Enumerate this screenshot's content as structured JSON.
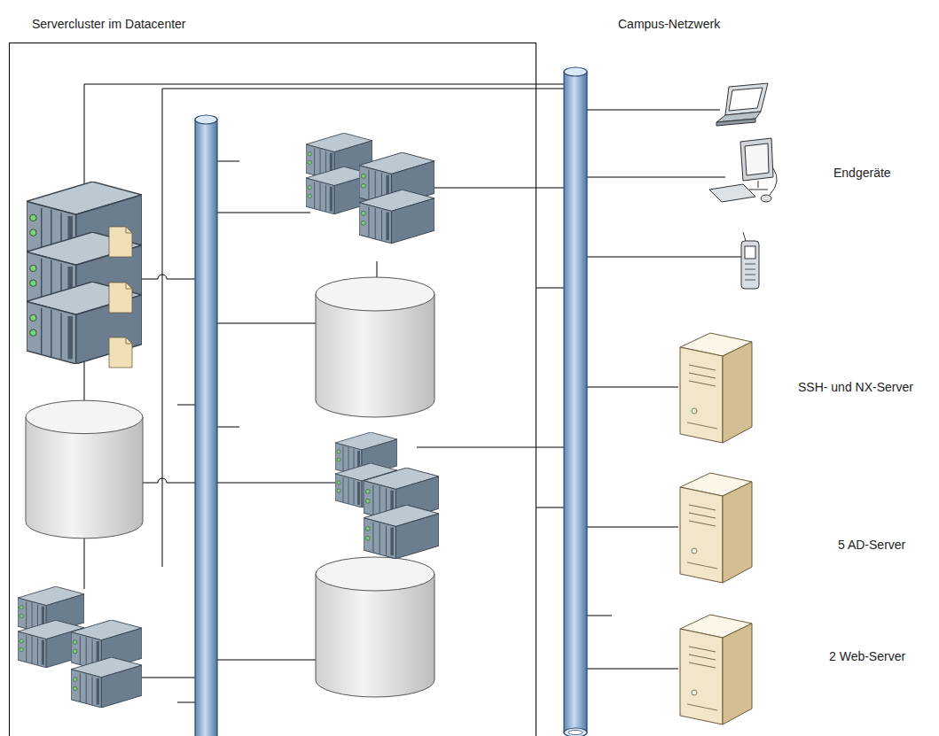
{
  "diagram": {
    "nodes": [
      {
        "text": [
          "Servercluster im Datacenter"
        ]
      },
      {
        "text": [
          "Campus-Netzwerk"
        ]
      },
      {
        "text": [
          "SSH- und NX-Server"
        ]
      },
      {
        "text": [
          "5 AD-Server"
        ]
      },
      {
        "text": [
          "2 Web-Server"
        ]
      }
    ],
    "edges": [
      {
        "from": 2,
        "to": 1,
        "arrow": "none"
      },
      {
        "from": 3,
        "to": 1,
        "arrow": "none"
      },
      {
        "from": 4,
        "to": 1,
        "arrow": "none"
      }
    ],
    "labels": [
      "Endgeräte"
    ]
  }
}
